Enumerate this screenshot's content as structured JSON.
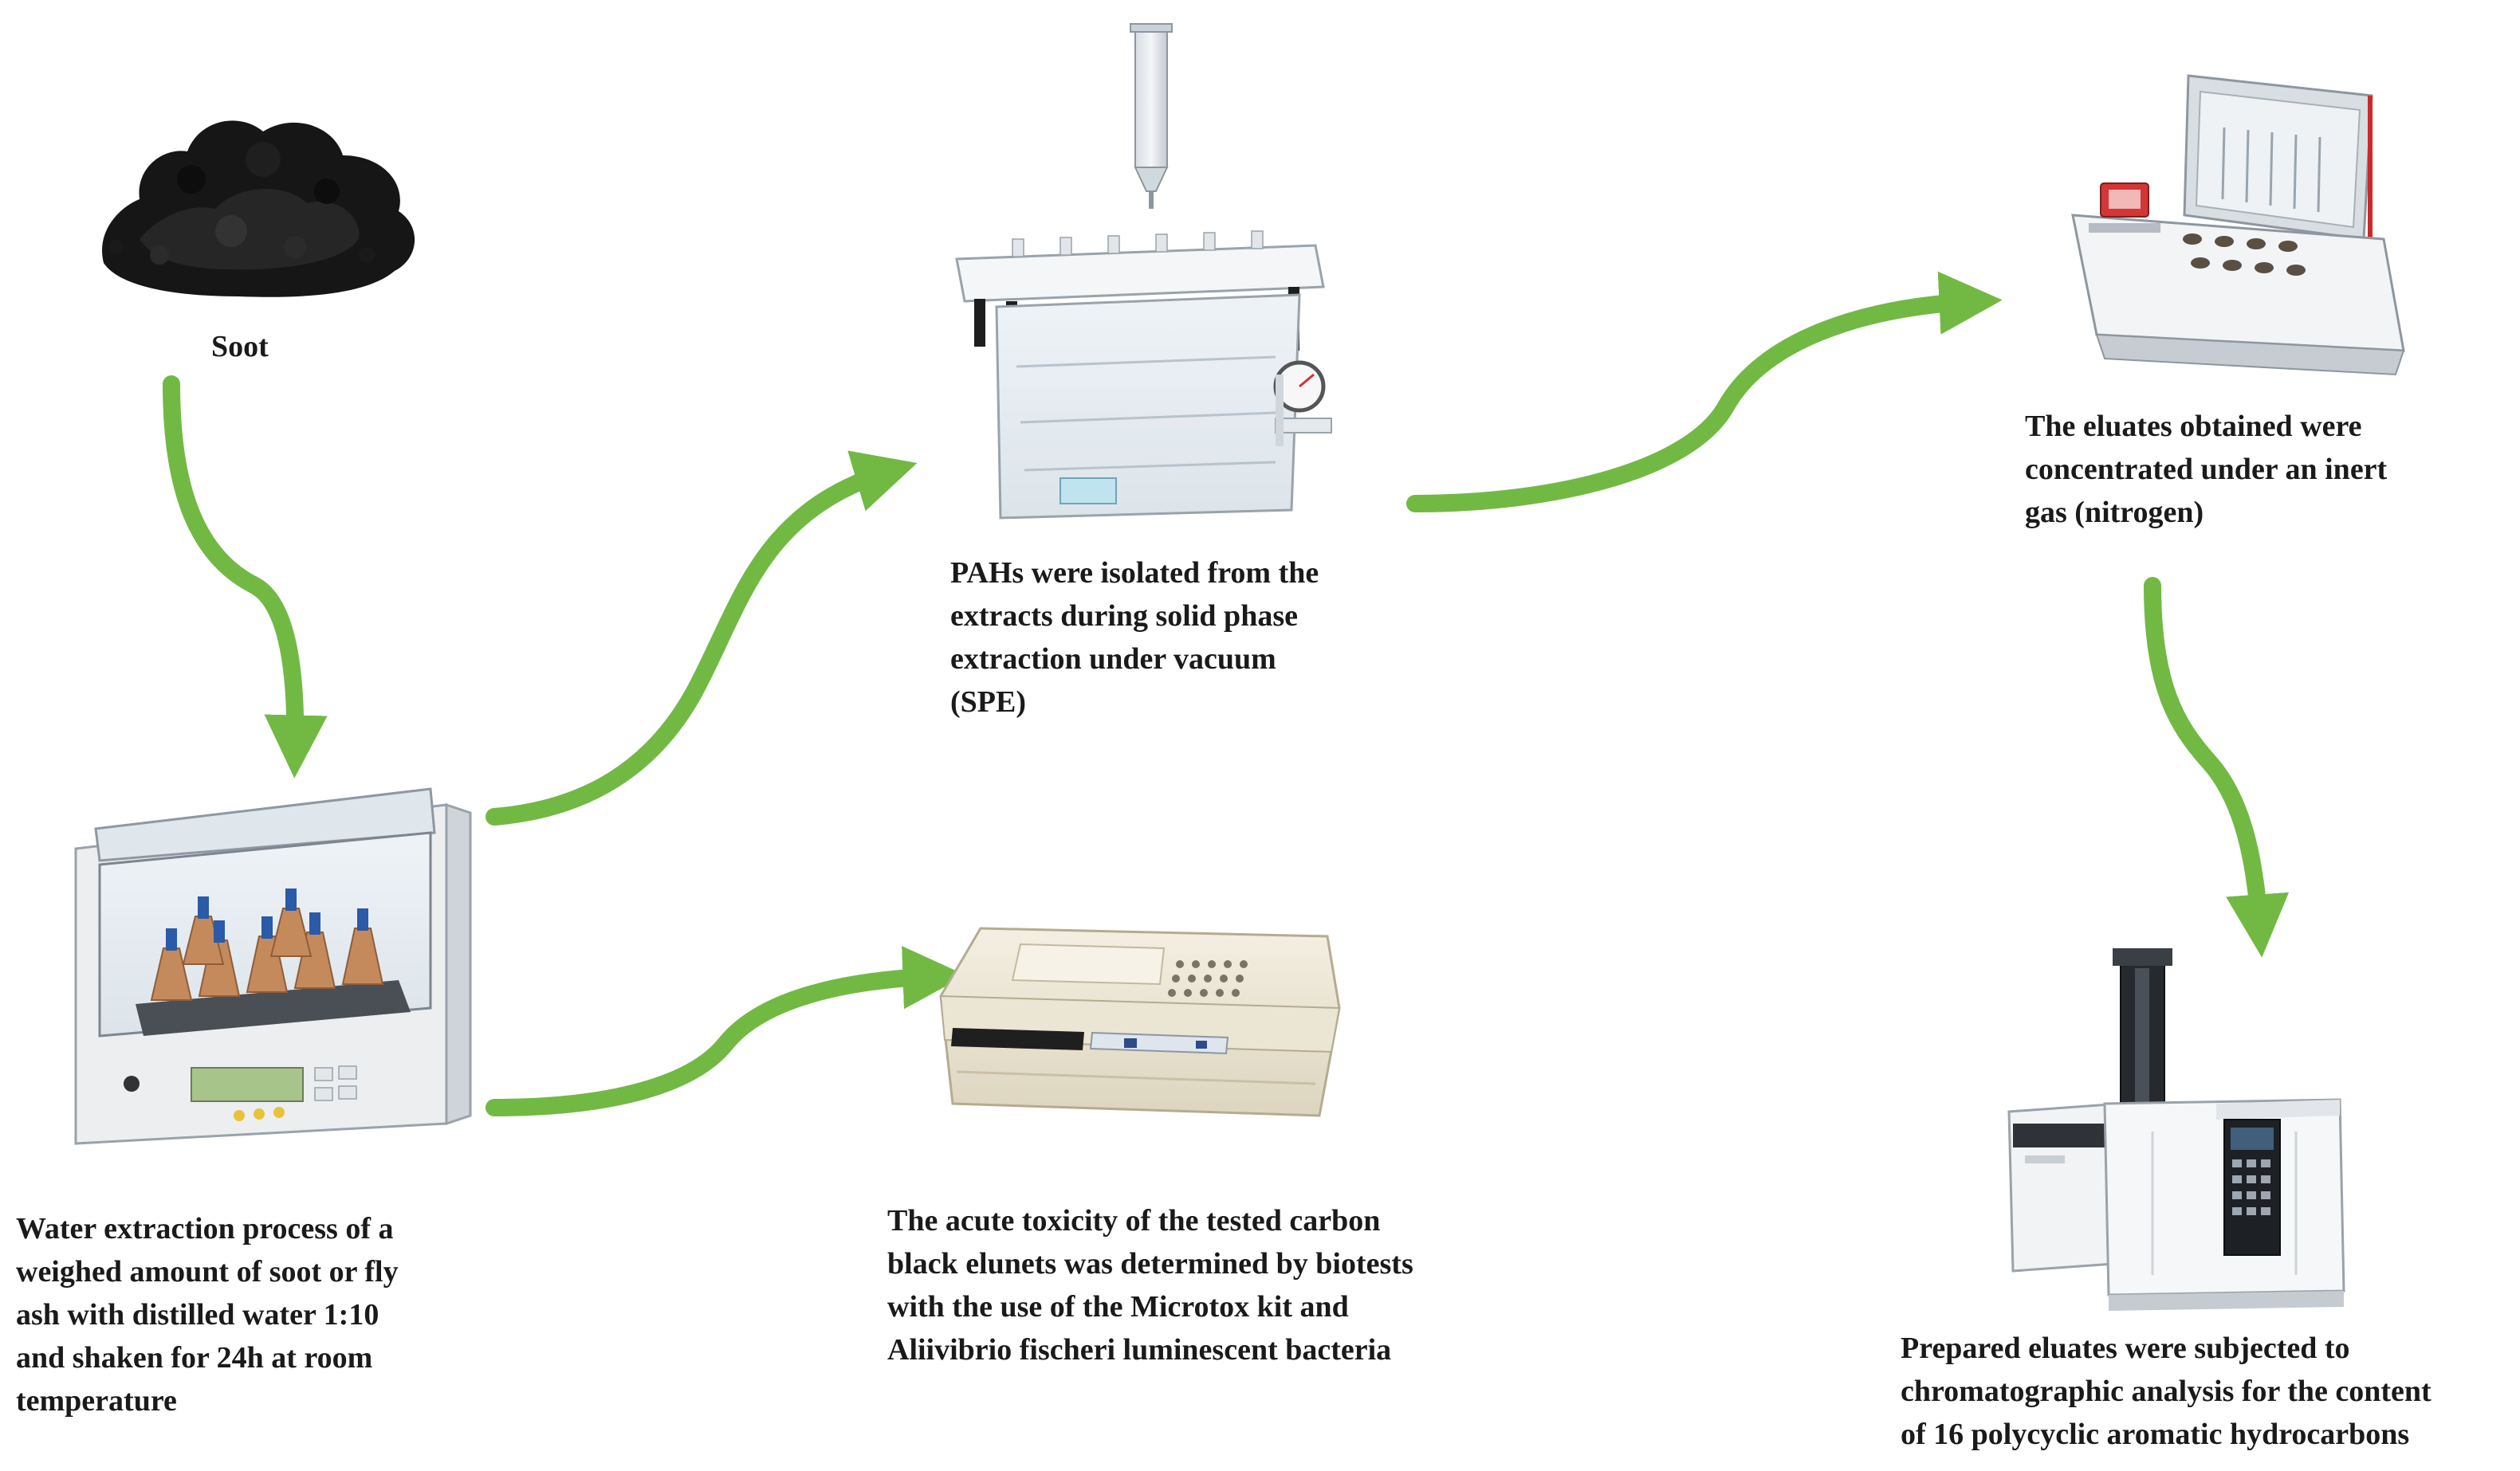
{
  "colors": {
    "arrow": "#72b944",
    "text": "#1a1a1a",
    "background": "#ffffff"
  },
  "steps": {
    "soot": {
      "label": "Soot",
      "icon": "soot-powder-pile"
    },
    "water_extraction": {
      "label": "Water extraction process of a\nweighed amount of soot or fly\nash with distilled water 1:10\nand shaken for 24h at room\ntemperature",
      "icon": "incubator-shaker"
    },
    "spe": {
      "label": "PAHs were isolated from the\nextracts during solid phase\nextraction under vacuum\n(SPE)",
      "icon": "spe-vacuum-manifold"
    },
    "toxicity": {
      "label": "The acute toxicity of the tested carbon\nblack elunets was determined by biotests\nwith the use of the Microtox kit and\nAliivibrio fischeri luminescent bacteria",
      "icon": "microtox-analyzer"
    },
    "concentration": {
      "label": "The eluates obtained were\nconcentrated under an inert\ngas (nitrogen)",
      "icon": "nitrogen-evaporator"
    },
    "chromatography": {
      "label": "Prepared eluates were subjected to\nchromatographic analysis for the content\nof 16 polycyclic aromatic hydrocarbons",
      "icon": "gas-chromatograph"
    }
  },
  "arrows": [
    {
      "from": "soot",
      "to": "water_extraction"
    },
    {
      "from": "water_extraction",
      "to": "spe"
    },
    {
      "from": "water_extraction",
      "to": "toxicity"
    },
    {
      "from": "spe",
      "to": "concentration"
    },
    {
      "from": "concentration",
      "to": "chromatography"
    }
  ]
}
